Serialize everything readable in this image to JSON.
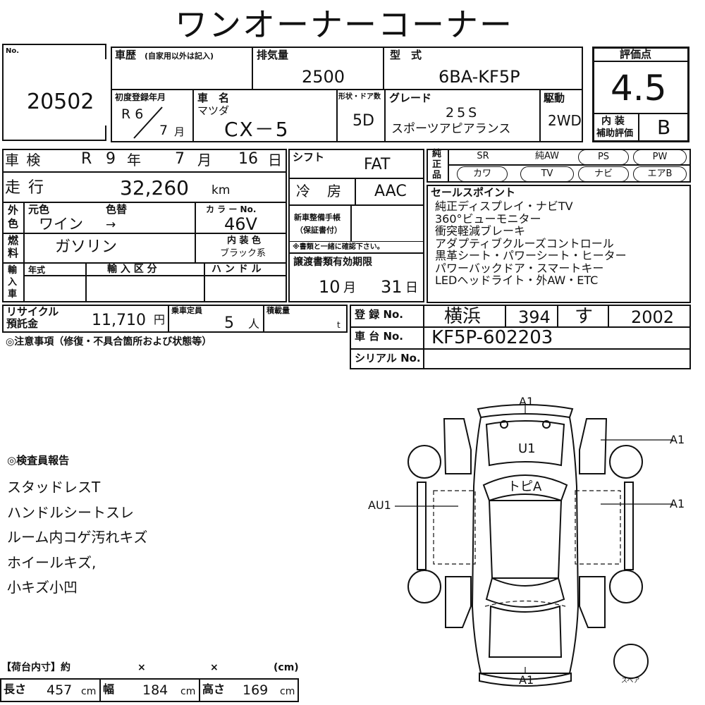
{
  "title": "ワンオーナーコーナー",
  "lot": {
    "no_label": "No.",
    "no_value": "20502"
  },
  "history": {
    "label": "車歴",
    "note": "(自家用以外は記入)",
    "value": ""
  },
  "displacement": {
    "label": "排気量",
    "value": "2500"
  },
  "model": {
    "label": "型　式",
    "value": "6BA-KF5P"
  },
  "rating": {
    "label": "評価点",
    "value": "4.5",
    "interior_label_1": "内 装",
    "interior_label_2": "補助評価",
    "interior_value": "B"
  },
  "first_reg": {
    "label": "初度登録年月",
    "era": "R 6",
    "month": "7",
    "month_unit": "月"
  },
  "car_name": {
    "label": "車　名",
    "maker": "マツダ",
    "name": "CX－5"
  },
  "body": {
    "label": "形状・ドア数",
    "value": "5D"
  },
  "grade": {
    "label": "グレード",
    "line1": "25S",
    "line2": "スポーツアピアランス"
  },
  "drive": {
    "label": "駆動",
    "value": "2WD"
  },
  "inspection": {
    "label": "車 検",
    "era": "R",
    "year": "9",
    "year_unit": "年",
    "month": "7",
    "month_unit": "月",
    "day": "16",
    "day_unit": "日"
  },
  "shift": {
    "label": "シフト",
    "value": "FAT"
  },
  "mileage": {
    "label": "走 行",
    "value": "32,260",
    "unit": "km"
  },
  "ac": {
    "label": "冷　房",
    "value": "AAC"
  },
  "color": {
    "ext_label_1": "外",
    "ext_label_2": "色",
    "orig_label": "元色",
    "change_label": "色替",
    "orig_value": "ワイン",
    "arrow": "→",
    "code_label": "カ ラ ー No.",
    "code_value": "46V"
  },
  "maint": {
    "label_1": "新車整備手帳",
    "label_2": "（保証書付）",
    "note": "※書類と一緒に確認下さい。"
  },
  "fuel": {
    "label_1": "燃",
    "label_2": "料",
    "value": "ガソリン",
    "interior_color_label": "内 装 色",
    "interior_color_value": "ブラック系"
  },
  "equipment": {
    "label_1": "純",
    "label_2": "正",
    "label_3": "品",
    "items": [
      {
        "label": "SR",
        "circled": false
      },
      {
        "label": "純AW",
        "circled": false
      },
      {
        "label": "PS",
        "circled": true
      },
      {
        "label": "PW",
        "circled": true
      },
      {
        "label": "カワ",
        "circled": true
      },
      {
        "label": "TV",
        "circled": true
      },
      {
        "label": "ナビ",
        "circled": true
      },
      {
        "label": "エアB",
        "circled": true
      }
    ]
  },
  "sales": {
    "label": "セールスポイント",
    "lines": [
      "純正ディスプレイ・ナビTV",
      "360°ビューモニター",
      "衝突軽減ブレーキ",
      "アダプティブクルーズコントロール",
      "黒革シート・パワーシート・ヒーター",
      "パワーバックドア・スマートキー",
      "LEDヘッドライト・外AW・ETC"
    ]
  },
  "import": {
    "label_1": "輸",
    "label_2": "入",
    "label_3": "車",
    "year_label": "年式",
    "class_label": "輸 入 区 分",
    "handle_label": "ハ ン ド ル"
  },
  "transfer": {
    "label": "譲渡書類有効期限",
    "month": "10",
    "month_unit": "月",
    "day": "31",
    "day_unit": "日"
  },
  "recycle": {
    "label_1": "リサイクル",
    "label_2": "預託金",
    "value": "11,710",
    "unit": "円"
  },
  "capacity": {
    "label": "乗車定員",
    "value": "5",
    "unit": "人"
  },
  "load": {
    "label": "積載量",
    "unit": "t"
  },
  "registration": {
    "label": "登 録 No.",
    "area": "横浜",
    "class_no": "394",
    "kana": "す",
    "number": "2002"
  },
  "chassis": {
    "label": "車 台 No.",
    "value": "KF5P-602203"
  },
  "serial": {
    "label": "シリアル No."
  },
  "notes": {
    "label": "◎注意事項（修復・不具合箇所および状態等）"
  },
  "inspector": {
    "label": "◎検査員報告",
    "lines": [
      "スタッドレスT",
      "ハンドルシートスレ",
      "ルーム内コゲ汚れキズ",
      "ホイールキズ,",
      "小キズ小凹"
    ]
  },
  "diagram": {
    "marks": {
      "front": "A1",
      "hood": "U1",
      "roof": "トピA",
      "left_side": "AU1",
      "right_front_door": "A1",
      "right_rear_door": "A1",
      "rear": "A1"
    },
    "spare_label": "スペア"
  },
  "cargo": {
    "label": "【荷台内寸】約",
    "x1": "×",
    "x2": "×",
    "unit_header": "(cm)",
    "length_label": "長さ",
    "length": "457",
    "width_label": "幅",
    "width": "184",
    "height_label": "高さ",
    "height": "169",
    "unit": "cm"
  }
}
